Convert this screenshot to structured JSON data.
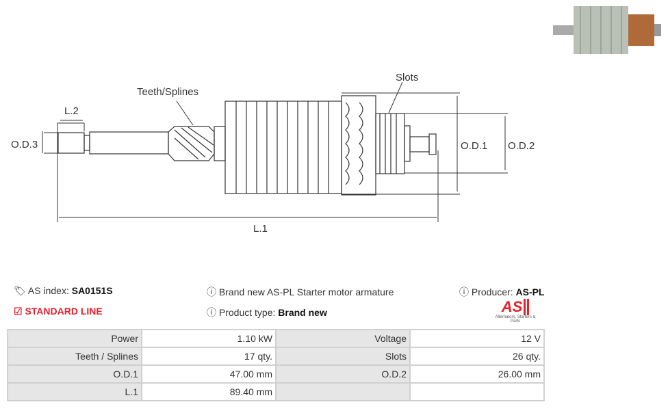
{
  "diagram": {
    "teeth_label": "Teeth/Splines",
    "slots_label": "Slots",
    "od1": "O.D.1",
    "od2": "O.D.2",
    "od3": "O.D.3",
    "l1": "L.1",
    "l2": "L.2"
  },
  "info": {
    "as_index_label": "AS index:",
    "as_index": "SA0151S",
    "line": "STANDARD LINE",
    "description": "Brand new AS-PL Starter motor armature",
    "product_type_label": "Product type:",
    "product_type": "Brand new",
    "producer_label": "Producer:",
    "producer": "AS-PL",
    "logo_text": "AS",
    "logo_tagline": "Alternators, Starters & Parts"
  },
  "colors": {
    "accent": "#e8202a"
  },
  "specs": [
    [
      "Power",
      "1.10 kW",
      "Voltage",
      "12 V"
    ],
    [
      "Teeth / Splines",
      "17 qty.",
      "Slots",
      "26 qty."
    ],
    [
      "O.D.1",
      "47.00 mm",
      "O.D.2",
      "26.00 mm"
    ],
    [
      "L.1",
      "89.40 mm",
      "",
      ""
    ]
  ]
}
